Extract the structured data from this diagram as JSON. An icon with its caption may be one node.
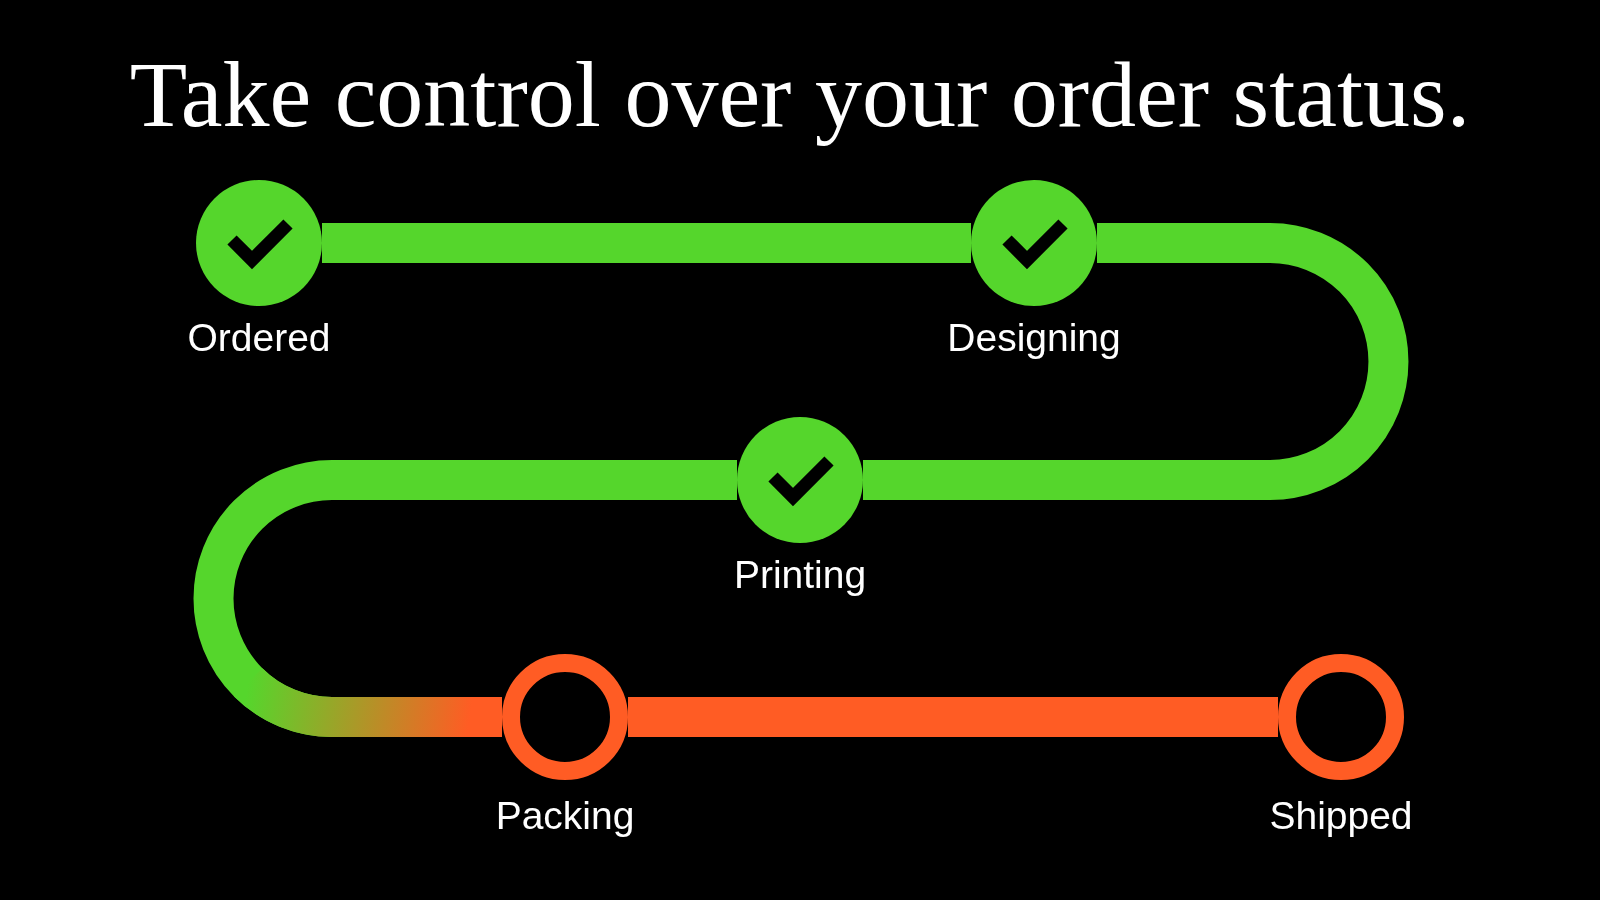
{
  "diagram": {
    "title": "Take control over your order status.",
    "nodes": [
      {
        "text": [],
        "shape": "circle",
        "beside": [
          "Ordered"
        ]
      },
      {
        "text": [],
        "shape": "circle",
        "beside": [
          "Designing"
        ]
      },
      {
        "text": [],
        "shape": "circle",
        "beside": [
          "Printing"
        ]
      },
      {
        "text": [],
        "shape": "circle",
        "beside": [
          "Packing"
        ]
      },
      {
        "text": [],
        "shape": "circle",
        "beside": [
          "Shipped"
        ]
      }
    ],
    "edges": [
      {
        "from": 0,
        "to": 1,
        "arrow": "none"
      },
      {
        "from": 1,
        "to": 2,
        "arrow": "none"
      },
      {
        "from": 2,
        "to": 3,
        "arrow": "none"
      },
      {
        "from": 3,
        "to": 4,
        "arrow": "none",
        "color": "#ff5c24"
      }
    ]
  }
}
